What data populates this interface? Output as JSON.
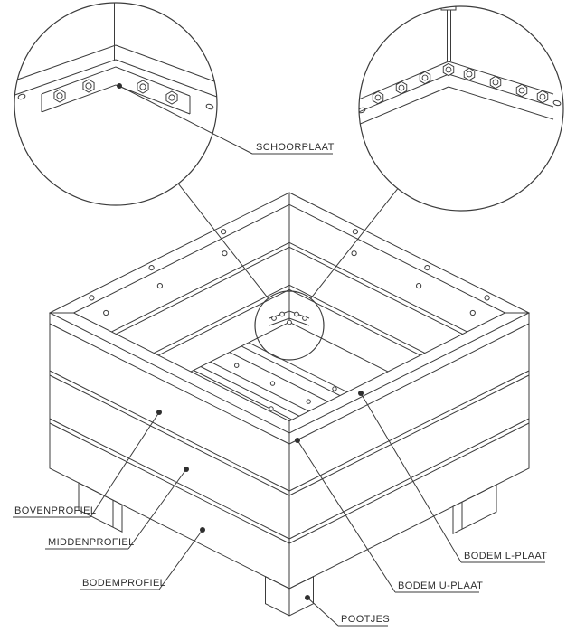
{
  "drawing": {
    "background": "#ffffff",
    "line_color": "#3b3b3b",
    "text_color": "#2f2f2f"
  },
  "labels": {
    "schoorplaat": "SCHOORPLAAT",
    "bovenprofiel": "BOVENPROFIEL",
    "middenprofiel": "MIDDENPROFIEL",
    "bodemprofiel": "BODEMPROFIEL",
    "bodem_l_plaat": "BODEM L-PLAAT",
    "bodem_u_plaat": "BODEM U-PLAAT",
    "pootjes": "POOTJES"
  }
}
